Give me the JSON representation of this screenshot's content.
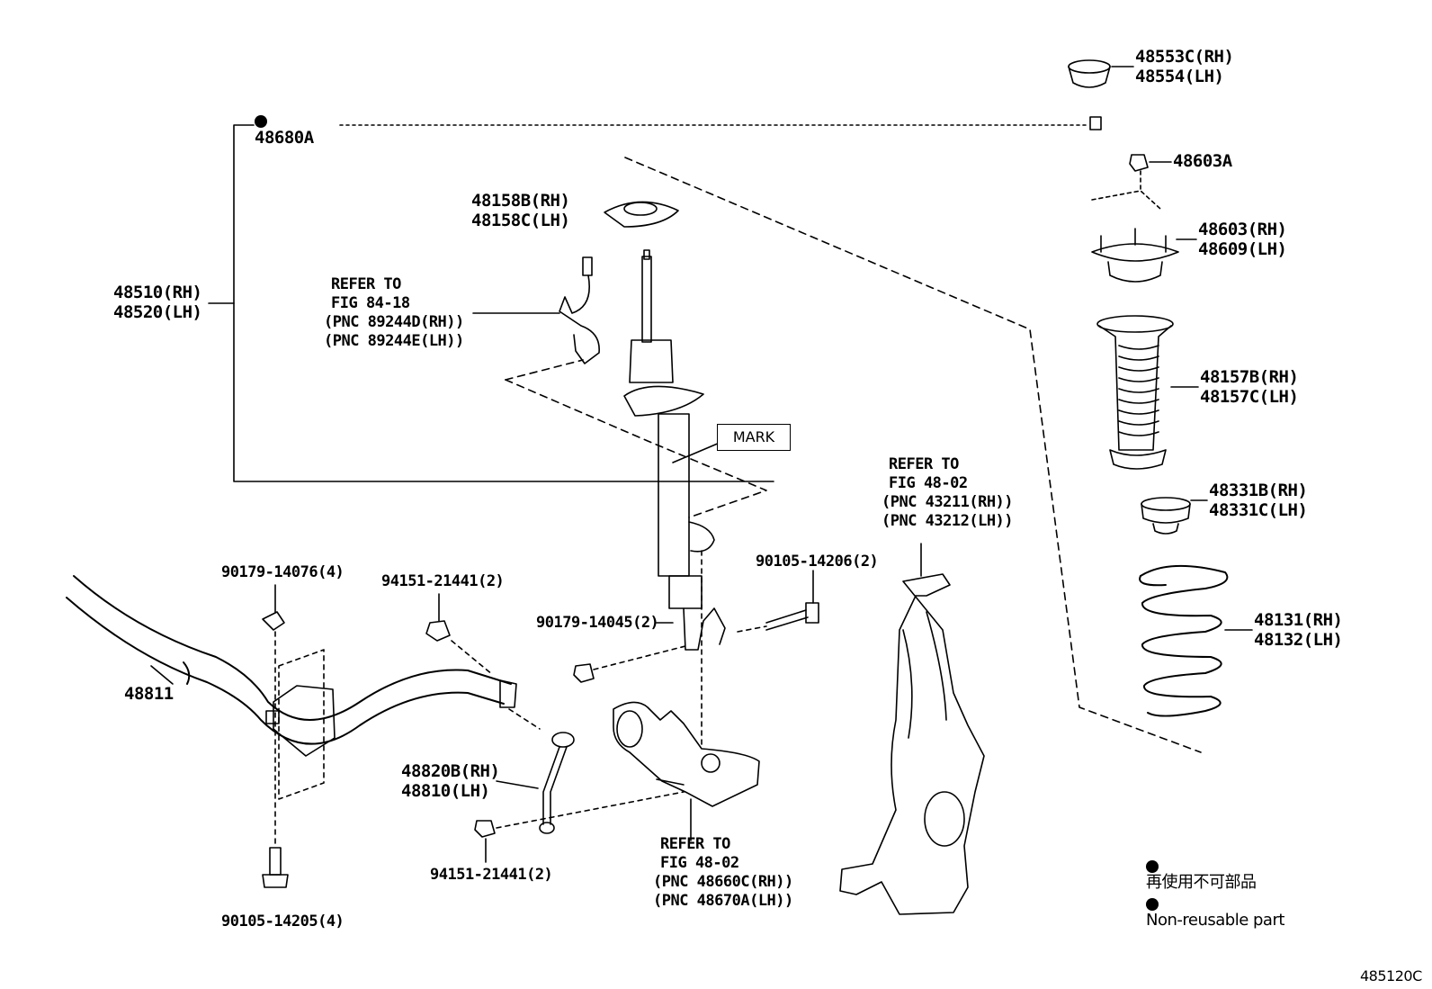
{
  "diagram": {
    "figure_id": "485120C",
    "kit_label": "48680A",
    "strut_labels": [
      "48510(RH)",
      "48520(LH)"
    ],
    "insulator_labels": [
      "48158B(RH)",
      "48158C(LH)"
    ],
    "cap_labels": [
      "48553C(RH)",
      "48554(LH)"
    ],
    "nut_label": "48603A",
    "support_labels": [
      "48603(RH)",
      "48609(LH)"
    ],
    "boot_labels": [
      "48157B(RH)",
      "48157C(LH)"
    ],
    "bumper_labels": [
      "48331B(RH)",
      "48331C(LH)"
    ],
    "spring_labels": [
      "48131(RH)",
      "48132(LH)"
    ],
    "stabilizer_label": "48811",
    "link_labels": [
      "48820B(RH)",
      "48810(LH)"
    ],
    "bolt_bracket_label": "90179-14076(4)",
    "nut_link_top_label": "94151-21441(2)",
    "nut_link_bottom_label": "94151-21441(2)",
    "nut_lower_label": "90179-14045(2)",
    "bolt_strut_label": "90105-14206(2)",
    "bolt_bushing_label": "90105-14205(4)",
    "mark_label": "MARK",
    "refer_sensor": [
      "REFER TO",
      "FIG 84-18",
      "(PNC 89244D(RH))",
      "(PNC 89244E(LH))"
    ],
    "refer_knuckle": [
      "REFER TO",
      "FIG 48-02",
      "(PNC 43211(RH))",
      "(PNC 43212(LH))"
    ],
    "refer_arm": [
      "REFER TO",
      "FIG 48-02",
      "(PNC 48660C(RH))",
      "(PNC 48670A(LH))"
    ],
    "legend": [
      "再使用不可部品",
      "Non-reusable part"
    ]
  }
}
